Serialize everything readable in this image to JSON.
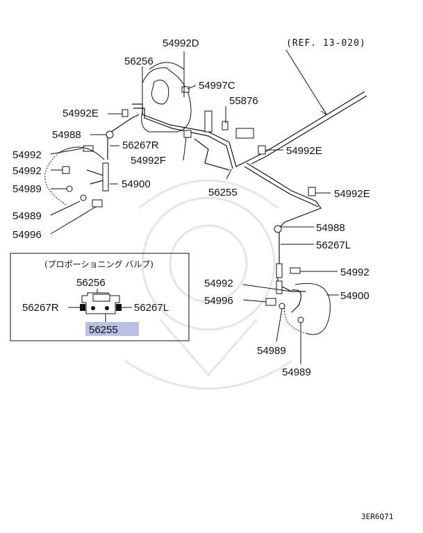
{
  "ref_label": "(REF. 13-020)",
  "inset_title": "(プロポーショニング バルブ)",
  "footer_code": "3ER6Q71",
  "highlight_color": "#b8c0e6",
  "labels": {
    "p54992D": "54992D",
    "p56256_top": "56256",
    "p54997C": "54997C",
    "p55876": "55876",
    "p54992E_a": "54992E",
    "p54988_a": "54988",
    "p56267R_a": "56267R",
    "p54992_a": "54992",
    "p54992F": "54992F",
    "p54992_b": "54992",
    "p54900_a": "54900",
    "p54989_a": "54989",
    "p54989_b": "54989",
    "p54996_a": "54996",
    "p56255_top": "56255",
    "p54992E_b": "54992E",
    "p54992E_c": "54992E",
    "p54988_b": "54988",
    "p56267L_a": "56267L",
    "p54992_c": "54992",
    "p54992_d": "54992",
    "p54900_b": "54900",
    "p54996_b": "54996",
    "p54989_c": "54989",
    "p54989_d": "54989",
    "inset_56256": "56256",
    "inset_56267R": "56267R",
    "inset_56267L": "56267L",
    "inset_56255": "56255"
  }
}
